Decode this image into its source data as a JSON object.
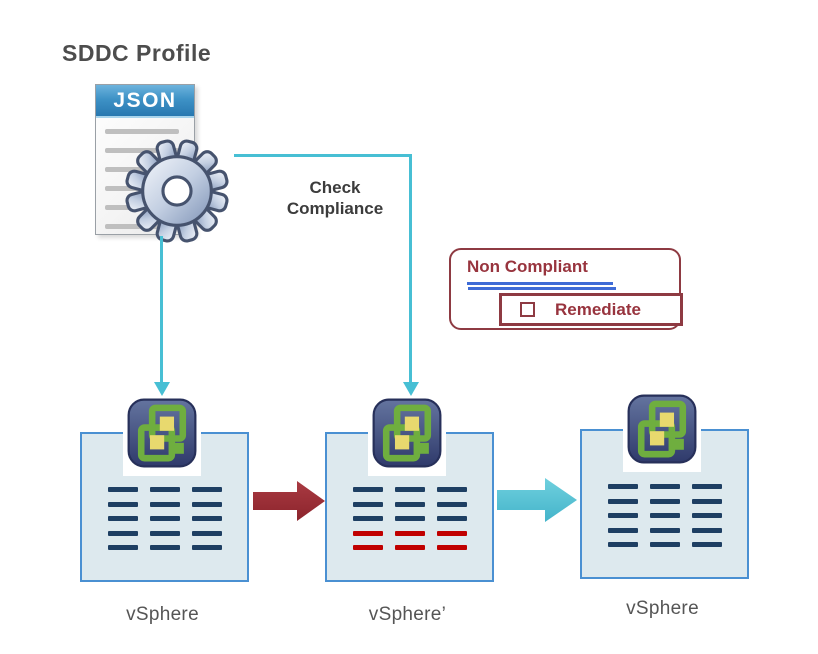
{
  "title": "SDDC Profile",
  "profile": {
    "file_type_label": "JSON",
    "icon": "json-document-with-gear"
  },
  "compliance_flow": {
    "check_label": "Check Compliance",
    "non_compliant_label": "Non Compliant",
    "remediate_label": "Remediate"
  },
  "nodes": [
    {
      "label": "vSphere",
      "state": "source",
      "dash_rows": [
        [
          "navy",
          "navy",
          "navy"
        ],
        [
          "navy",
          "navy",
          "navy"
        ],
        [
          "navy",
          "navy",
          "navy"
        ],
        [
          "navy",
          "navy",
          "navy"
        ],
        [
          "navy",
          "navy",
          "navy"
        ]
      ]
    },
    {
      "label": "vSphere’",
      "state": "non-compliant-drift",
      "dash_rows": [
        [
          "navy",
          "navy",
          "navy"
        ],
        [
          "navy",
          "navy",
          "navy"
        ],
        [
          "navy",
          "navy",
          "navy"
        ],
        [
          "red",
          "red",
          "red"
        ],
        [
          "red",
          "red",
          "red"
        ]
      ]
    },
    {
      "label": "vSphere",
      "state": "remediated",
      "dash_rows": [
        [
          "navy",
          "navy",
          "navy"
        ],
        [
          "navy",
          "navy",
          "navy"
        ],
        [
          "navy",
          "navy",
          "navy"
        ],
        [
          "navy",
          "navy",
          "navy"
        ],
        [
          "navy",
          "navy",
          "navy"
        ]
      ]
    }
  ],
  "colors": {
    "accent_teal": "#47bfd4",
    "maroon": "#8e3a42",
    "navy_dash": "#1e3f63",
    "red_dash": "#c00000",
    "underline_blue": "#3e6bd6",
    "box_fill": "#dde9ee",
    "box_border": "#4a90d2"
  }
}
